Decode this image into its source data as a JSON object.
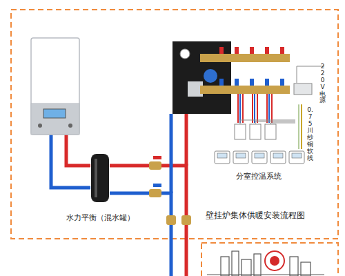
{
  "diagram": {
    "title": "壁挂炉集体供暖安装流程图",
    "nodes": [
      {
        "text": [
          "水力平衡（混水罐）"
        ]
      },
      {
        "text": [
          "分室控温系统"
        ]
      },
      {
        "text": [
          "220V电源"
        ]
      }
    ],
    "edges": [
      {
        "from": 1,
        "to": 2,
        "arrow": "none",
        "label": "0.75川纱铜软线"
      }
    ]
  }
}
